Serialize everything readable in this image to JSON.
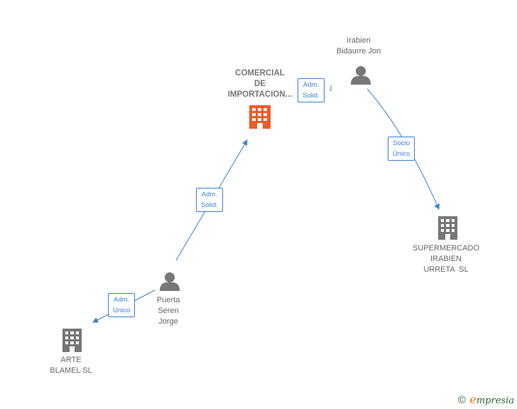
{
  "nodes": {
    "comercial": {
      "lines": [
        "COMERCIAL",
        "DE",
        "IMPORTACION..."
      ],
      "type": "company",
      "highlighted": true
    },
    "irabien": {
      "lines": [
        "Irabien",
        "Bidaurre Jon"
      ],
      "type": "person"
    },
    "supermercado": {
      "lines": [
        "SUPERMERCADO",
        "IRABIEN",
        "URRETA  SL"
      ],
      "type": "company"
    },
    "puerta": {
      "lines": [
        "Puerta",
        "Seren",
        "Jorge"
      ],
      "type": "person"
    },
    "arte": {
      "lines": [
        "ARTE",
        "BLAMEL SL"
      ],
      "type": "company"
    }
  },
  "edges": {
    "irabien_comercial": {
      "lines": [
        "Adm.",
        "Solid."
      ]
    },
    "irabien_supermercado": {
      "lines": [
        "Socio",
        "Único"
      ]
    },
    "puerta_comercial": {
      "lines": [
        "Adm.",
        "Solid."
      ]
    },
    "puerta_arte": {
      "lines": [
        "Adm.",
        "Unico"
      ]
    }
  },
  "colors": {
    "edge": "#3a7fd5",
    "company": "#777777",
    "company_highlight": "#f05a28",
    "person": "#777777"
  },
  "brand": {
    "copyright": "©",
    "name": "mpresia",
    "initial": "e"
  }
}
